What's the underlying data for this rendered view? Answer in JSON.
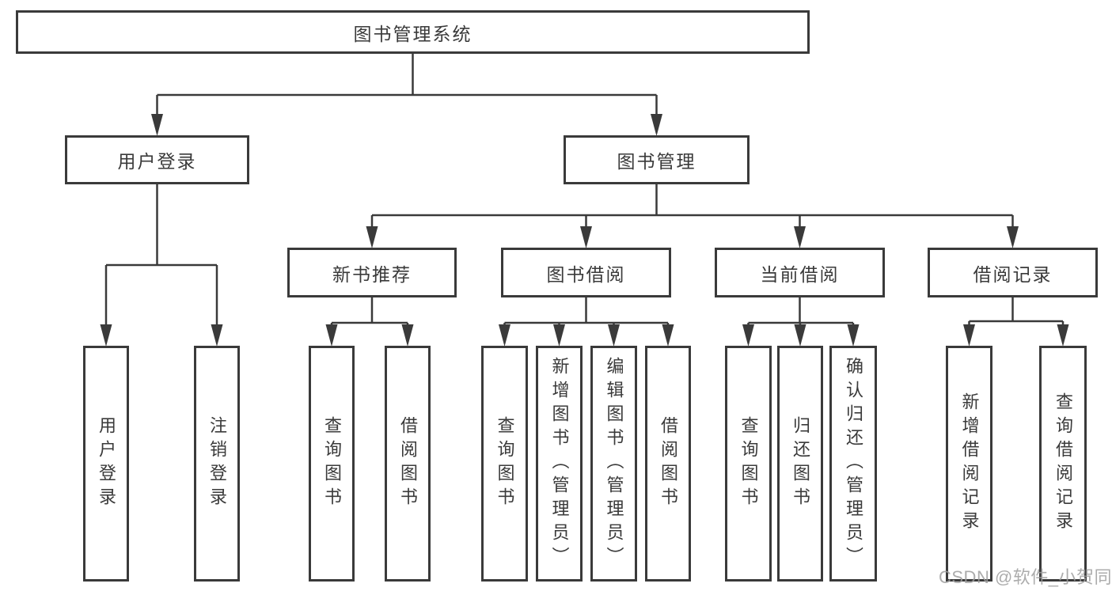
{
  "tree": {
    "label": "图书管理系统",
    "children": [
      {
        "label": "用户登录",
        "children": [
          {
            "label": "用户登录"
          },
          {
            "label": "注销登录"
          }
        ]
      },
      {
        "label": "图书管理",
        "children": [
          {
            "label": "新书推荐",
            "children": [
              {
                "label": "查询图书"
              },
              {
                "label": "借阅图书"
              }
            ]
          },
          {
            "label": "图书借阅",
            "children": [
              {
                "label": "查询图书"
              },
              {
                "label": "新增图书（管理员）"
              },
              {
                "label": "编辑图书（管理员）"
              },
              {
                "label": "借阅图书"
              }
            ]
          },
          {
            "label": "当前借阅",
            "children": [
              {
                "label": "查询图书"
              },
              {
                "label": "归还图书"
              },
              {
                "label": "确认归还（管理员）"
              }
            ]
          },
          {
            "label": "借阅记录",
            "children": [
              {
                "label": "新增借阅记录"
              },
              {
                "label": "查询借阅记录"
              }
            ]
          }
        ]
      }
    ]
  },
  "watermark": {
    "text": "CSDN @软件_小贺同学"
  },
  "colors": {
    "line": "#3a3a3a",
    "node_border": "#3a3a3a",
    "node_text": "#3a3a3a",
    "node_background": "#ffffff",
    "page_background": "#ffffff",
    "watermark_text": "#9e9e9e"
  }
}
